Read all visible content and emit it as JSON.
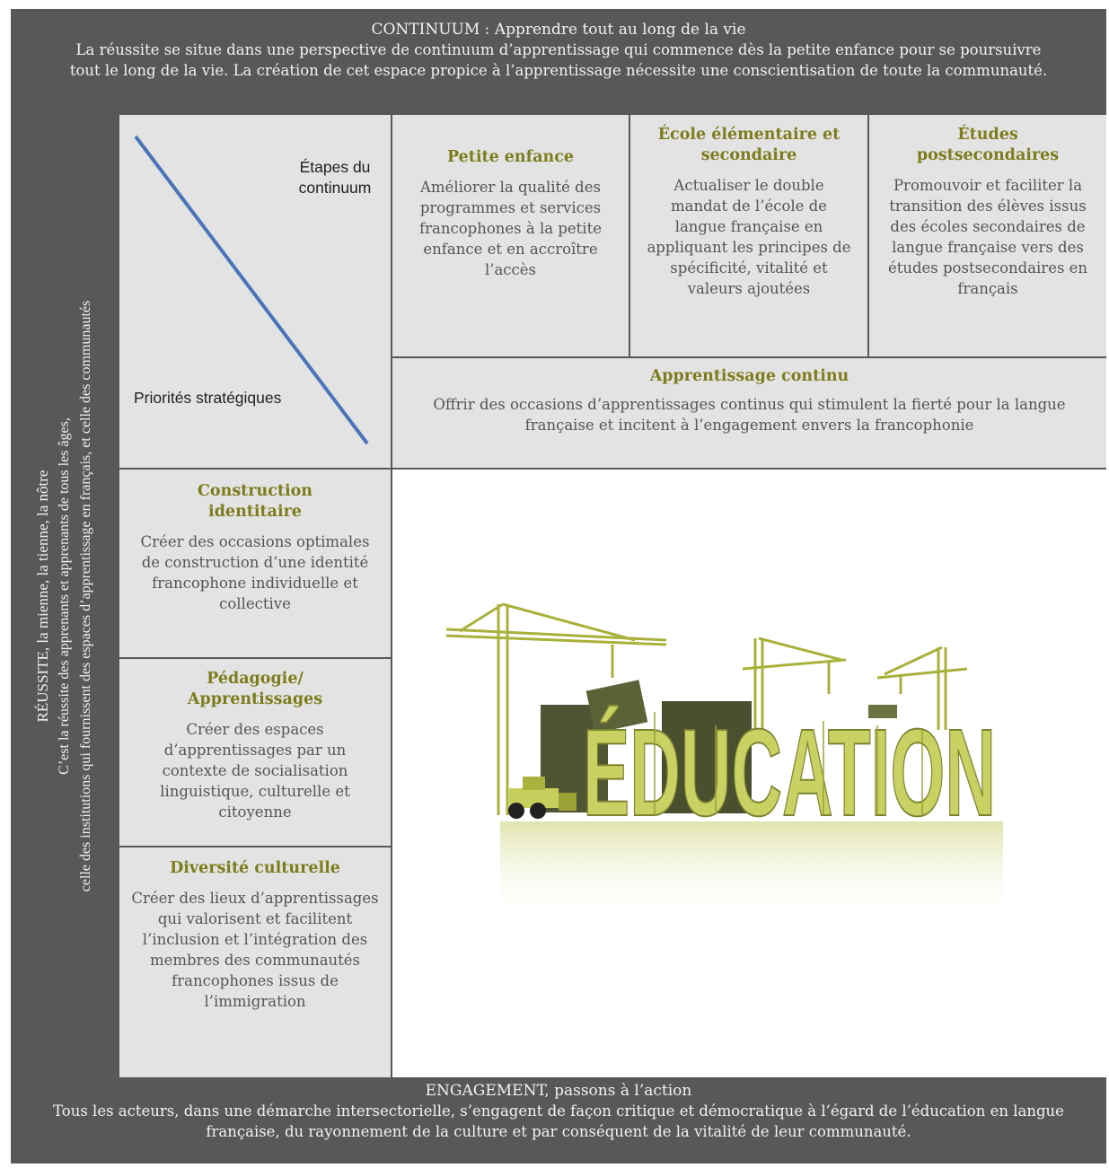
{
  "top": {
    "title": "CONTINUUM : Apprendre tout au long de la vie",
    "text": "La réussite se situe dans une perspective de continuum d’apprentissage qui commence dès la petite enfance pour se poursuivre tout le long de la vie. La création de cet espace propice à l’apprentissage nécessite une conscientisation de toute la communauté."
  },
  "side": {
    "line1": "RÉUSSITE, la mienne, la tienne, la nôtre",
    "line2": "C’est la réussite des apprenants et apprenants de tous les âges,",
    "line3": "celle des institutions qui fournissent des espaces d’apprentissage en français, et  celle des communautés"
  },
  "corner": {
    "etapes": "Étapes du continuum",
    "priorites": "Priorités stratégiques"
  },
  "stages": [
    {
      "head": "Petite enfance",
      "body": "Améliorer la qualité des programmes et services francophones à la petite enfance et en accroître l’accès"
    },
    {
      "head": "École élémentaire et secondaire",
      "body": "Actualiser le double mandat de l’école de langue française en appliquant les principes de spécificité, vitalité et valeurs ajoutées"
    },
    {
      "head": "Études postsecondaires",
      "body": "Promouvoir et faciliter la transition des élèves issus des écoles secondaires de langue française vers des études postsecondaires en français"
    }
  ],
  "continu": {
    "head": "Apprentissage continu",
    "body": "Offrir des occasions d’apprentissages continus qui stimulent la fierté pour la langue française et incitent à l’engagement envers la francophonie"
  },
  "priorities": [
    {
      "head": "Construction identitaire",
      "body": "Créer des occasions optimales de construction d’une identité francophone individuelle et collective"
    },
    {
      "head": "Pédagogie/ Apprentissages",
      "body": "Créer des espaces d’apprentissages par un contexte de socialisation linguistique, culturelle et citoyenne"
    },
    {
      "head": "Diversité culturelle",
      "body": "Créer des lieux d’apprentissages qui valorisent et facilitent l’inclusion et l’intégration des membres des communautés francophones issus de l’immigration"
    }
  ],
  "image": {
    "word": "ÉDUCATION"
  },
  "bottom": {
    "title": "ENGAGEMENT, passons à l’action",
    "text": "Tous les acteurs, dans une démarche intersectorielle, s’engagent de façon critique et démocratique à l’égard de l’éducation en langue française, du rayonnement de la culture et par conséquent de la vitalité de leur communauté."
  },
  "colors": {
    "dark": "#585856",
    "cell": "#e3e3e3",
    "heading": "#7d7d1e",
    "diagonal": "#4a74b8"
  }
}
